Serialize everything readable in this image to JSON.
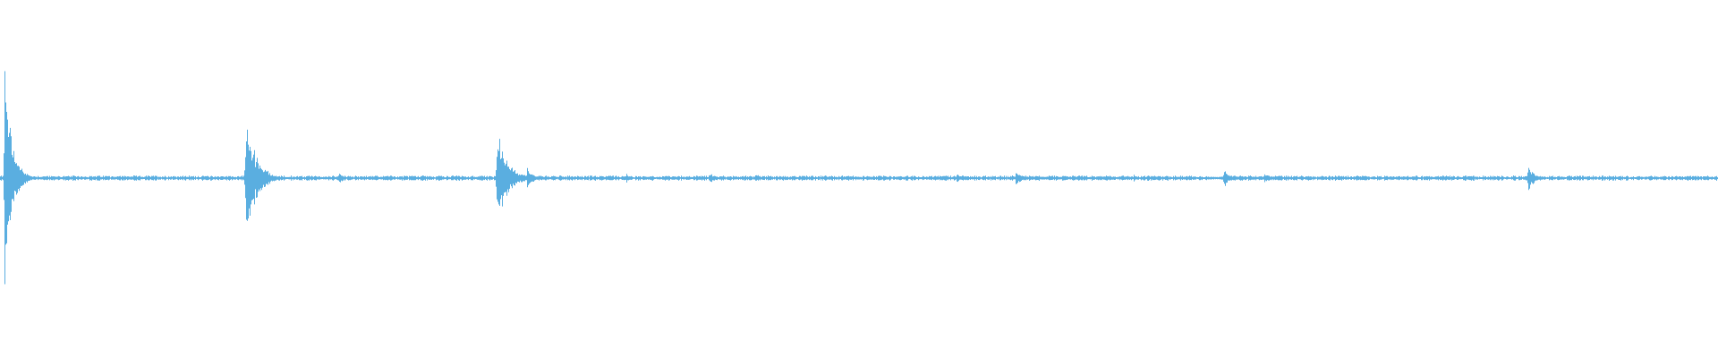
{
  "waveform": {
    "color": "#5aaee0",
    "baseline_noise": 0.012,
    "transients": [
      {
        "t": 0.0025,
        "amp": 0.83,
        "decay": 0.004
      },
      {
        "t": 0.1429,
        "amp": 0.44,
        "decay": 0.006
      },
      {
        "t": 0.1972,
        "amp": 0.06,
        "decay": 0.002
      },
      {
        "t": 0.2891,
        "amp": 0.35,
        "decay": 0.006
      },
      {
        "t": 0.3068,
        "amp": 0.09,
        "decay": 0.003
      },
      {
        "t": 0.3643,
        "amp": 0.04,
        "decay": 0.002
      },
      {
        "t": 0.4126,
        "amp": 0.04,
        "decay": 0.004
      },
      {
        "t": 0.4396,
        "amp": 0.04,
        "decay": 0.003
      },
      {
        "t": 0.5565,
        "amp": 0.03,
        "decay": 0.004
      },
      {
        "t": 0.5913,
        "amp": 0.06,
        "decay": 0.003
      },
      {
        "t": 0.6597,
        "amp": 0.03,
        "decay": 0.002
      },
      {
        "t": 0.7123,
        "amp": 0.07,
        "decay": 0.003
      },
      {
        "t": 0.7357,
        "amp": 0.04,
        "decay": 0.004
      },
      {
        "t": 0.8895,
        "amp": 0.11,
        "decay": 0.003
      }
    ]
  }
}
